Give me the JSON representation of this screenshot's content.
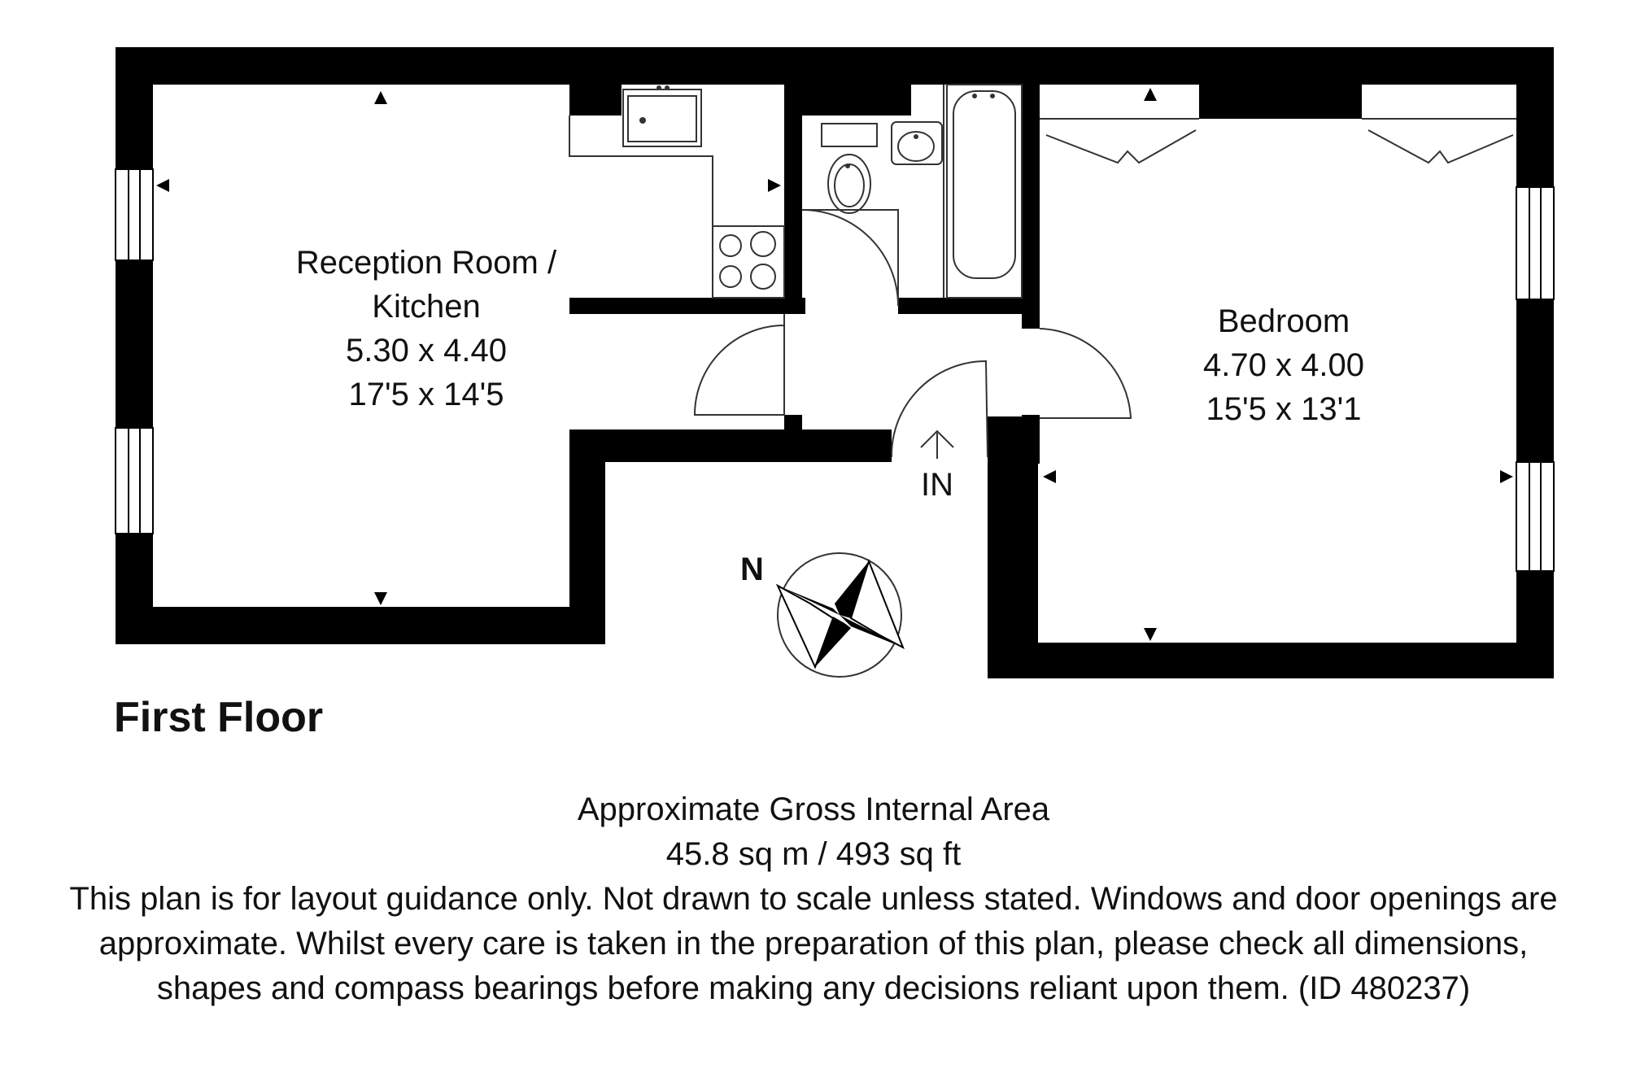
{
  "rooms": {
    "reception": {
      "name_line1": "Reception Room /",
      "name_line2": "Kitchen",
      "metric": "5.30 x 4.40",
      "imperial": "17'5 x 14'5"
    },
    "bedroom": {
      "name": "Bedroom",
      "metric": "4.70 x 4.00",
      "imperial": "15'5 x 13'1"
    }
  },
  "entry_label": "IN",
  "compass_label": "N",
  "floor_title": "First Floor",
  "area": {
    "heading": "Approximate Gross Internal Area",
    "value": "45.8 sq m / 493 sq ft"
  },
  "disclaimer": {
    "line1": "This plan is for layout guidance only. Not drawn to scale unless stated. Windows and door openings are",
    "line2": "approximate. Whilst every care is taken in the preparation of this plan, please check all dimensions,",
    "line3": "shapes and compass bearings before making any decisions reliant upon them. (ID 480237)"
  },
  "colors": {
    "wall": "#000000",
    "fixture_line": "#333333",
    "background": "#ffffff"
  }
}
